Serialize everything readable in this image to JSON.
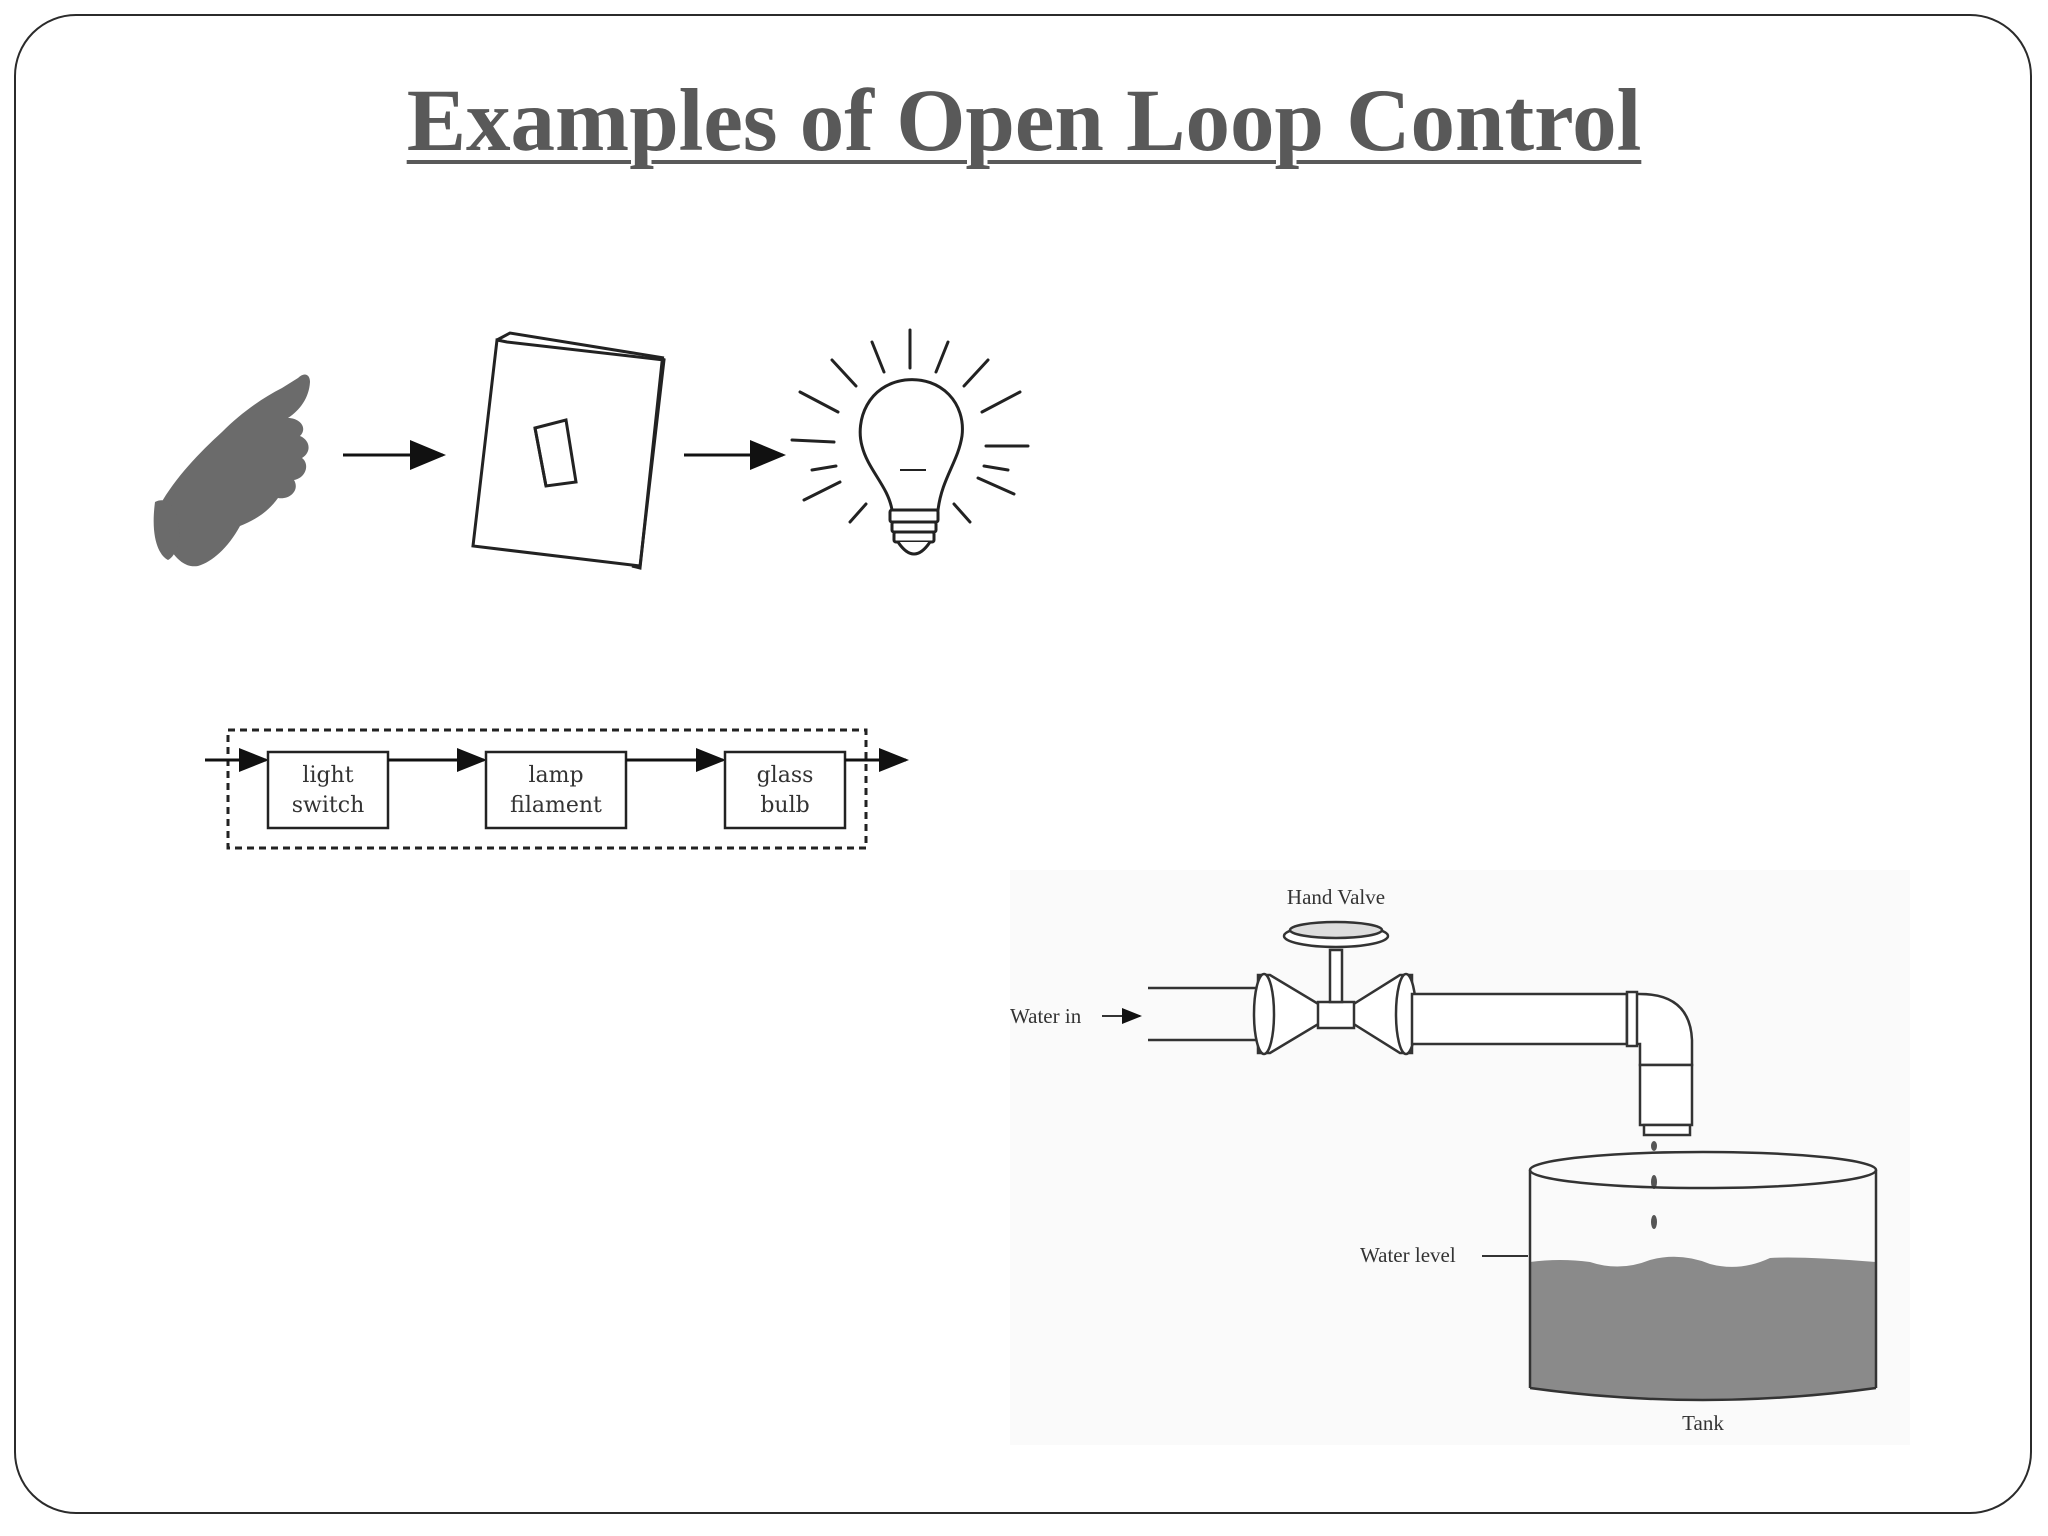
{
  "slide": {
    "title": "Examples of Open Loop Control"
  },
  "light_example": {
    "icons": [
      "hand-pointing-icon",
      "wall-switch-icon",
      "light-bulb-icon"
    ],
    "block_diagram": {
      "blocks": [
        {
          "line1": "light",
          "line2": "switch"
        },
        {
          "line1": "lamp",
          "line2": "filament"
        },
        {
          "line1": "glass",
          "line2": "bulb"
        }
      ]
    }
  },
  "tank_example": {
    "hand_valve": "Hand Valve",
    "water_in": "Water in",
    "water_level": "Water level",
    "tank": "Tank"
  },
  "colors": {
    "title": "#595959",
    "hand": "#6b6b6b",
    "water": "#8a8a8a"
  }
}
